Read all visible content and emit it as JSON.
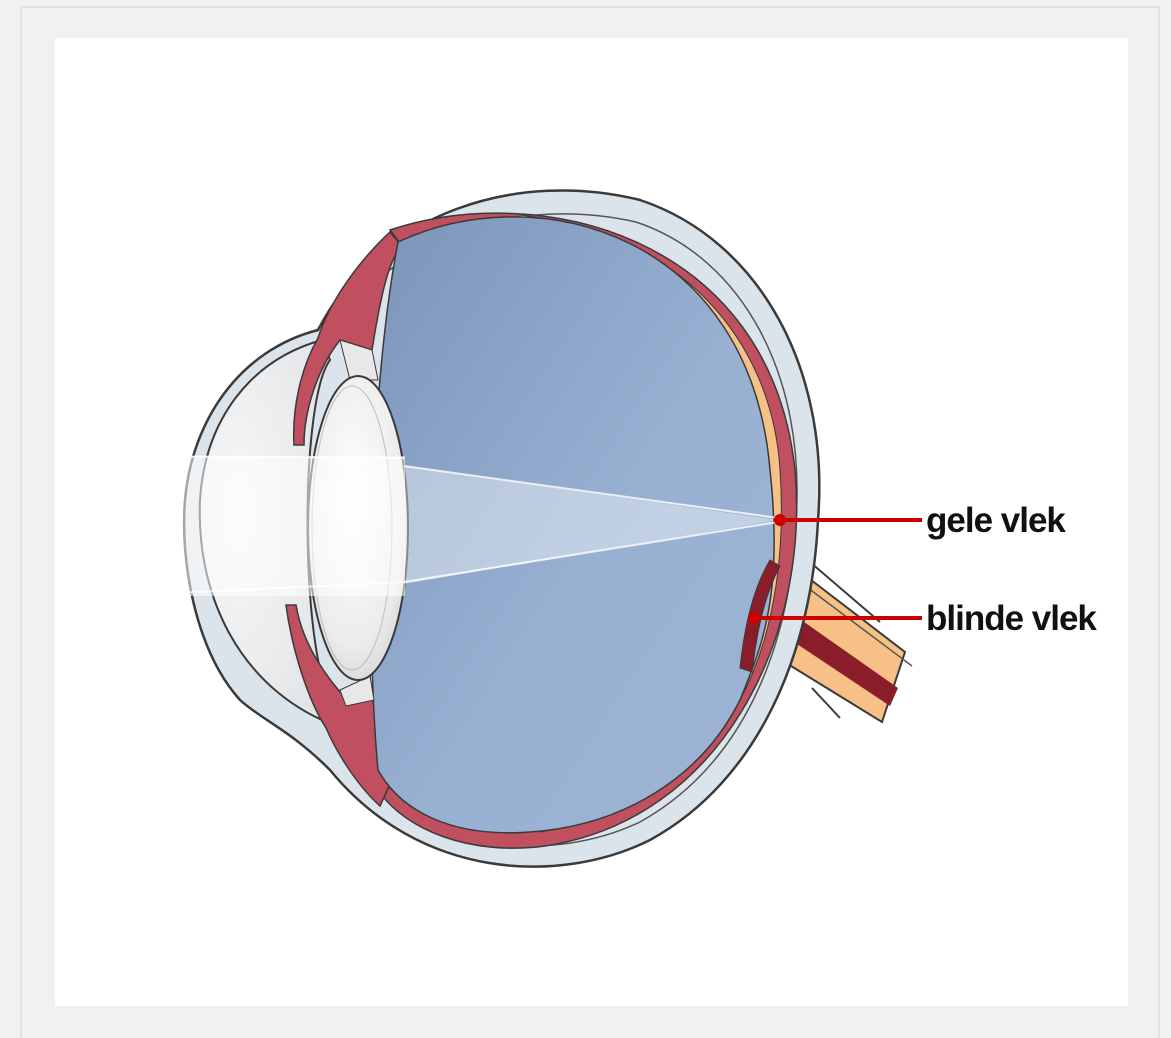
{
  "labels": {
    "yellow_spot": "gele vlek",
    "blind_spot": "blinde vlek"
  },
  "colors": {
    "vitreous": "#98b0d0",
    "vitreous_dark": "#7f98bc",
    "choroid": "#c0505f",
    "retina": "#f6c086",
    "sclera": "#dbe4ea",
    "leader_line": "#cc0000",
    "light_beam": "#ffffff"
  },
  "icons": {
    "eye": "eye-cross-section"
  }
}
